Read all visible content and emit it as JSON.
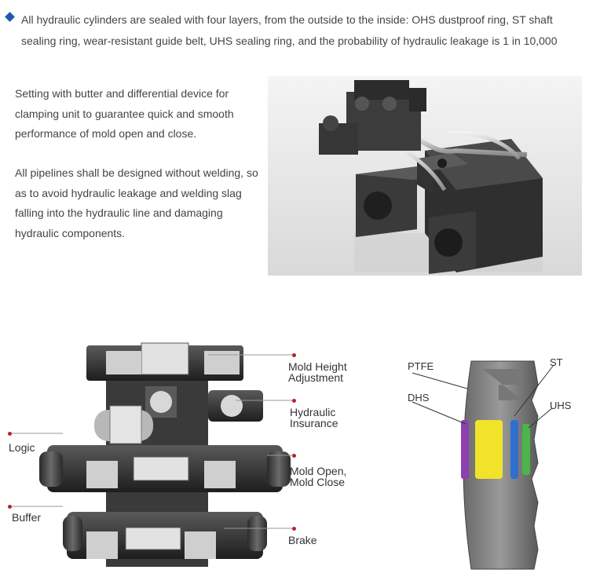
{
  "intro": "All hydraulic cylinders are sealed with four layers, from the outside to the inside: OHS dustproof ring, ST shaft sealing ring, wear-resistant guide belt, UHS sealing ring, and the probability of hydraulic leakage is 1 in 10,000",
  "para1": "Setting with butter and differential device for clamping unit to guarantee quick and smooth performance of mold open and close.",
  "para2": "All pipelines shall be designed without welding, so as to avoid hydraulic leakage and welding slag falling into the hydraulic line and damaging hydraulic components.",
  "valve_labels": {
    "mold_height": "Mold Height",
    "adjustment": "Adjustment",
    "hydraulic": "Hydraulic",
    "insurance": "Insurance",
    "logic": "Logic",
    "mold_open": "Mold Open,",
    "mold_close": "Mold Close",
    "buffer": "Buffer",
    "brake": "Brake"
  },
  "seal_labels": {
    "ptfe": "PTFE",
    "st": "ST",
    "dhs": "DHS",
    "uhs": "UHS"
  }
}
